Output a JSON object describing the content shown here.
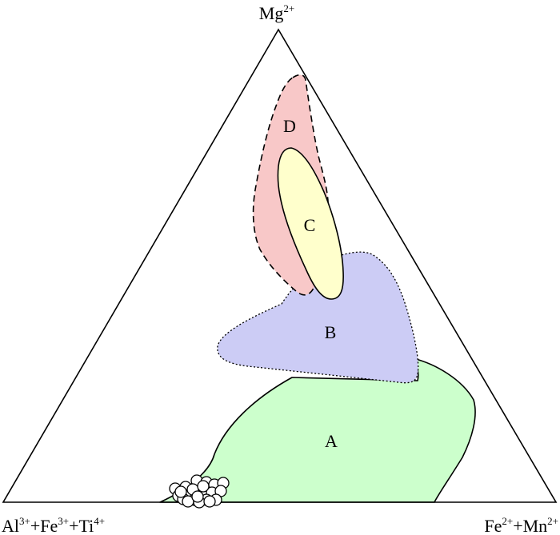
{
  "diagram": {
    "type": "ternary",
    "vertices": {
      "top": {
        "base": "Mg",
        "sup": "2+"
      },
      "bottom_left": [
        {
          "base": "Al",
          "sup": "3+"
        },
        {
          "base": "+Fe",
          "sup": "3+"
        },
        {
          "base": "+Ti",
          "sup": "4+"
        }
      ],
      "bottom_right": [
        {
          "base": "Fe",
          "sup": "2+"
        },
        {
          "base": "+Mn",
          "sup": "2+"
        }
      ]
    },
    "fields": [
      {
        "id": "A",
        "label": "A",
        "fill": "#ccffcc",
        "stroke": "#000000",
        "border": "solid"
      },
      {
        "id": "B",
        "label": "B",
        "fill": "#ccccf5",
        "stroke": "#000000",
        "border": "dotted"
      },
      {
        "id": "D",
        "label": "D",
        "fill": "#f8c8c8",
        "stroke": "#000000",
        "border": "dashed"
      },
      {
        "id": "C",
        "label": "C",
        "fill": "#ffffcc",
        "stroke": "#000000",
        "border": "solid"
      }
    ],
    "samples": {
      "marker": "open circle",
      "fill": "#ffffff",
      "stroke": "#000000",
      "count": 22
    }
  }
}
